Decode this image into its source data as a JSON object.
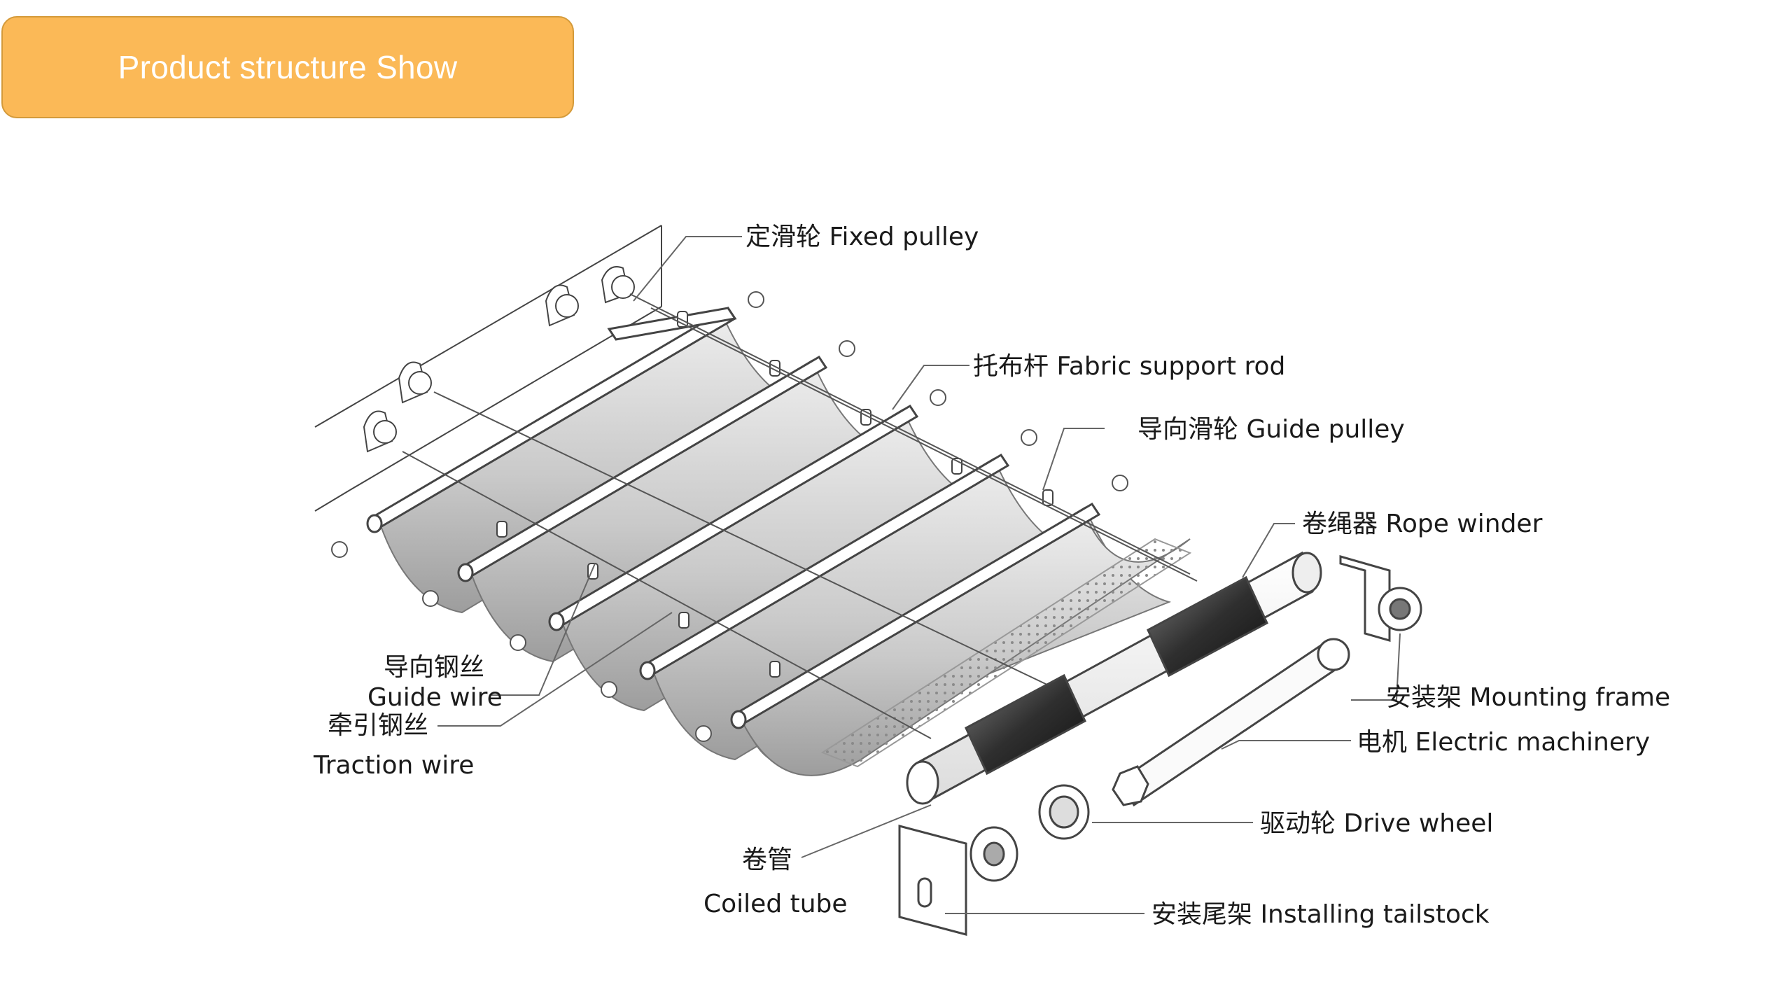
{
  "header": {
    "title": "Product structure Show"
  },
  "labels": {
    "fixed_pulley": "定滑轮 Fixed pulley",
    "fabric_support_rod": "托布杆 Fabric support rod",
    "guide_pulley": "导向滑轮 Guide pulley",
    "rope_winder": "卷绳器 Rope winder",
    "guide_wire_cn": "导向钢丝",
    "guide_wire_en": "Guide wire",
    "traction_wire_cn": "牵引钢丝",
    "traction_wire_en": "Traction wire",
    "mounting_frame": "安装架 Mounting frame",
    "electric_machinery": "电机 Electric machinery",
    "drive_wheel": "驱动轮 Drive wheel",
    "coiled_tube_cn": "卷管",
    "coiled_tube_en": "Coiled tube",
    "installing_tailstock": "安装尾架 Installing tailstock"
  }
}
